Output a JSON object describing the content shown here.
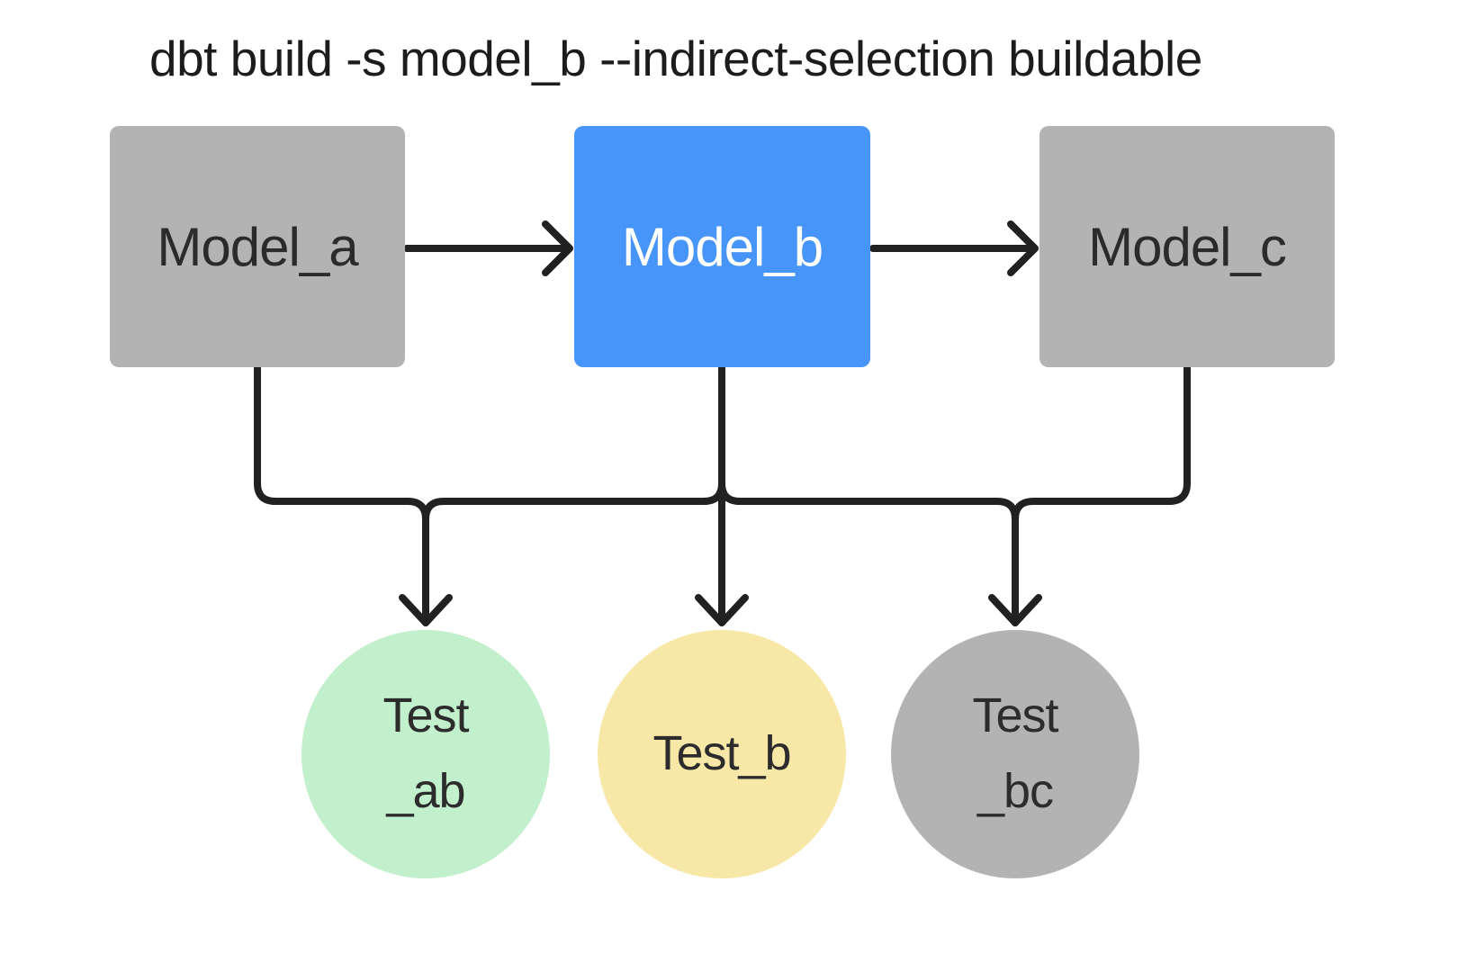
{
  "title": "dbt build -s model_b --indirect-selection buildable",
  "models": {
    "model_a": {
      "label": "Model_a",
      "fill": "#b3b3b3",
      "selected": false
    },
    "model_b": {
      "label": "Model_b",
      "fill": "#4795f8",
      "selected": true
    },
    "model_c": {
      "label": "Model_c",
      "fill": "#b3b3b3",
      "selected": false
    }
  },
  "tests": {
    "test_ab": {
      "line1": "Test",
      "line2": "_ab",
      "fill": "#c2efcc"
    },
    "test_b": {
      "label": "Test_b",
      "fill": "#f8e8a8"
    },
    "test_bc": {
      "line1": "Test",
      "line2": "_bc",
      "fill": "#b3b3b3"
    }
  },
  "edges": [
    {
      "from": "Model_a",
      "to": "Model_b"
    },
    {
      "from": "Model_b",
      "to": "Model_c"
    },
    {
      "from": "Model_a",
      "to": "Test_ab"
    },
    {
      "from": "Model_b",
      "to": "Test_ab"
    },
    {
      "from": "Model_b",
      "to": "Test_b"
    },
    {
      "from": "Model_b",
      "to": "Test_bc"
    },
    {
      "from": "Model_c",
      "to": "Test_bc"
    }
  ],
  "colors": {
    "background": "#ffffff",
    "connector": "#212121",
    "selected_model_fill": "#4795f8",
    "unselected_model_fill": "#b3b3b3",
    "test_ab_fill": "#c2efcc",
    "test_b_fill": "#f8e8a8",
    "test_bc_fill": "#b3b3b3",
    "title_text": "#1c1c1e",
    "node_text": "#2b2b2b",
    "selected_node_text": "#ffffff"
  }
}
